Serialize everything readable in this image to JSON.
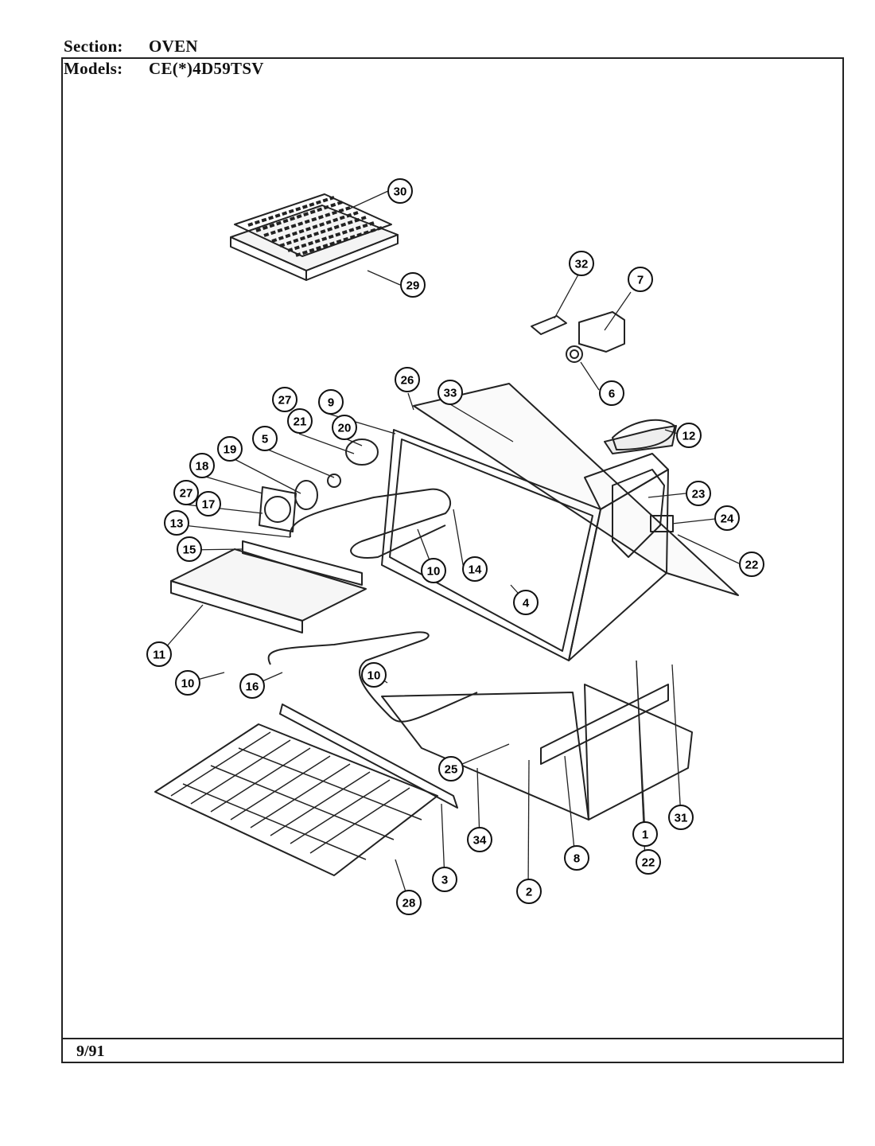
{
  "header": {
    "section_label": "Section:",
    "section_value": "OVEN",
    "models_label": "Models:",
    "models_value": "CE(*)4D59TSV"
  },
  "footer": {
    "date": "9/91"
  },
  "callouts": [
    "30",
    "29",
    "32",
    "7",
    "6",
    "26",
    "33",
    "27",
    "9",
    "21",
    "20",
    "5",
    "19",
    "18",
    "27",
    "17",
    "13",
    "15",
    "12",
    "23",
    "24",
    "22",
    "14",
    "10",
    "4",
    "11",
    "10",
    "10",
    "16",
    "25",
    "31",
    "1",
    "22",
    "34",
    "8",
    "3",
    "2",
    "28"
  ]
}
